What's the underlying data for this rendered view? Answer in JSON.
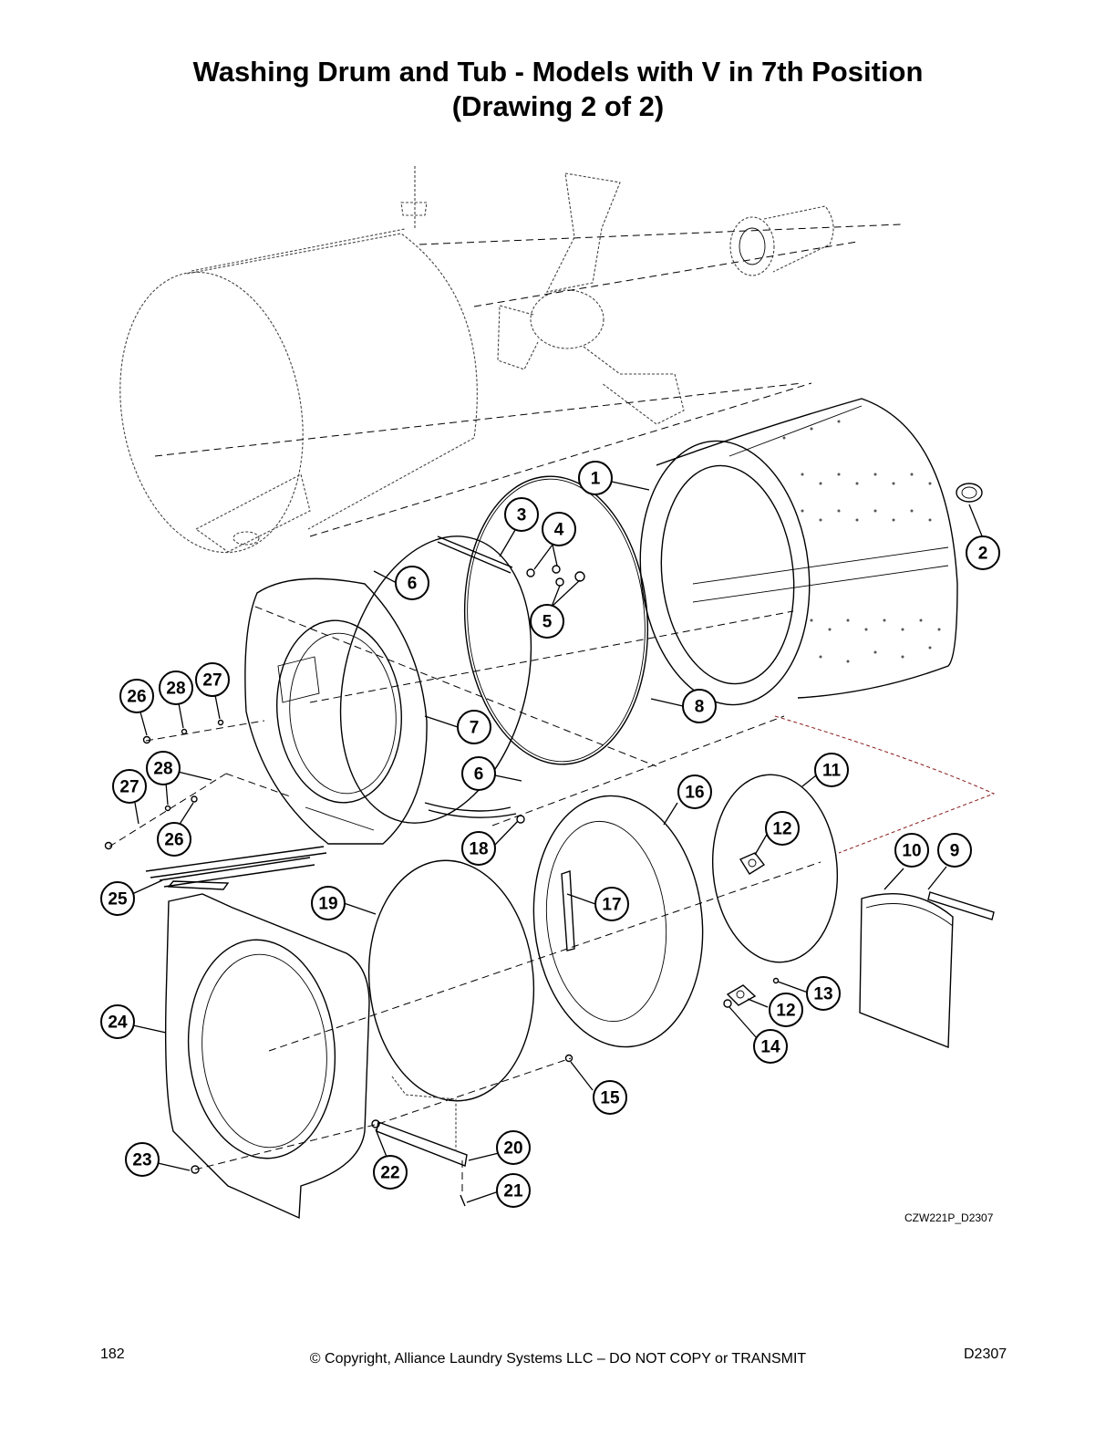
{
  "title": {
    "line1": "Washing Drum and Tub - Models with V in 7th Position",
    "line2": "(Drawing 2 of 2)"
  },
  "drawing_code": "CZW221P_D2307",
  "footer": {
    "page_number": "182",
    "copyright": "© Copyright, Alliance Laundry Systems LLC – DO NOT COPY or TRANSMIT",
    "doc_code": "D2307"
  },
  "callouts": [
    {
      "label": "1"
    },
    {
      "label": "2"
    },
    {
      "label": "3"
    },
    {
      "label": "4"
    },
    {
      "label": "5"
    },
    {
      "label": "6"
    },
    {
      "label": "6"
    },
    {
      "label": "7"
    },
    {
      "label": "8"
    },
    {
      "label": "9"
    },
    {
      "label": "10"
    },
    {
      "label": "11"
    },
    {
      "label": "12"
    },
    {
      "label": "12"
    },
    {
      "label": "13"
    },
    {
      "label": "14"
    },
    {
      "label": "15"
    },
    {
      "label": "16"
    },
    {
      "label": "17"
    },
    {
      "label": "18"
    },
    {
      "label": "19"
    },
    {
      "label": "20"
    },
    {
      "label": "21"
    },
    {
      "label": "22"
    },
    {
      "label": "23"
    },
    {
      "label": "24"
    },
    {
      "label": "25"
    },
    {
      "label": "26"
    },
    {
      "label": "26"
    },
    {
      "label": "27"
    },
    {
      "label": "27"
    },
    {
      "label": "28"
    },
    {
      "label": "28"
    }
  ]
}
